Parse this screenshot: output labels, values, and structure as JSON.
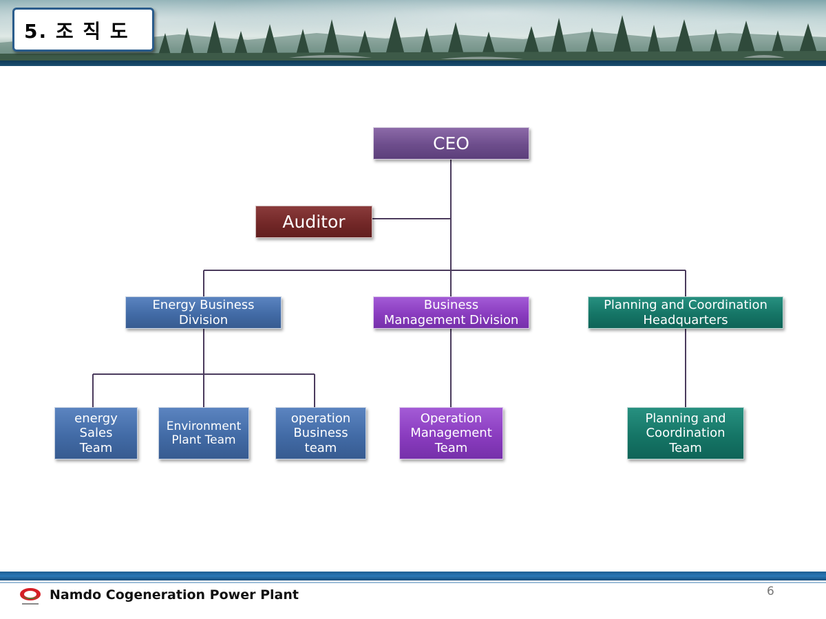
{
  "header": {
    "title": "5. 조 직 도"
  },
  "org_chart": {
    "ceo": "CEO",
    "auditor": "Auditor",
    "divisions": [
      "Energy Business\nDivision",
      "Business\nManagement Division",
      "Planning and Coordination\nHeadquarters"
    ],
    "teams": [
      "energy\nSales\nTeam",
      "Environment\nPlant Team",
      "operation\nBusiness\nteam",
      "Operation\nManagement\nTeam",
      "Planning and\nCoordination\nTeam"
    ],
    "colors": {
      "ceo": "#6d4d8c",
      "auditor": "#732828",
      "energy_division": "#426ba6",
      "business_division": "#8a3cbf",
      "planning_division": "#157566",
      "connector": "#4a3a5c"
    }
  },
  "footer": {
    "company": "Namdo Cogeneration Power Plant",
    "page_number": "6",
    "logo_icon": "company-logo-icon"
  }
}
